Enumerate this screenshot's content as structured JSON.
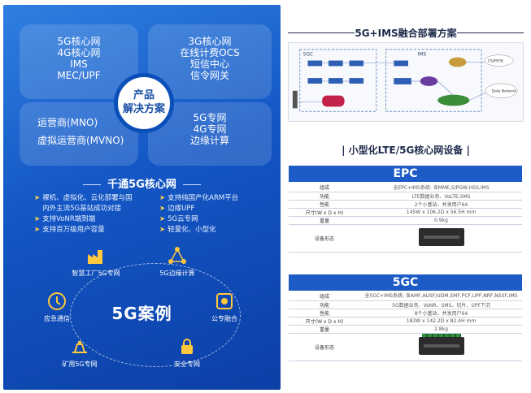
{
  "left": {
    "quad_tl": [
      "5G核心网",
      "4G核心网",
      "IMS",
      "MEC/UPF"
    ],
    "quad_tr": [
      "3G核心网",
      "在线计费OCS",
      "短信中心",
      "信令网关"
    ],
    "quad_bl": [
      "运营商(MNO)",
      "虚拟运营商(MVNO)"
    ],
    "quad_br": [
      "5G专网",
      "4G专网",
      "边缘计算"
    ],
    "center": [
      "产品",
      "解决方案"
    ],
    "core_title": "千通5G核心网",
    "features_left": [
      "裸机、虚拟化、云化部署与国",
      "内外主流5G基站成功对接",
      "支持VoNR端到端",
      "支持百万级用户容量"
    ],
    "features_right": [
      "支持纯国产化ARM平台",
      "边缘UPF",
      "5G云专网",
      "轻量化、小型化"
    ],
    "cases_title": "5G案例",
    "cases": [
      "智慧工厂5G专网",
      "5G边缘计算",
      "公专融合",
      "安全专网",
      "矿用5G专网",
      "应急通信"
    ]
  },
  "right": {
    "title": "5G+IMS融合部署方案",
    "diagram_labels": {
      "fiveGC": "5GC",
      "ims": "IMS",
      "cs": "CS/PSTN",
      "data": "Data Network"
    },
    "section_title": "小型化LTE/5G核心网设备",
    "epc": {
      "header": "EPC",
      "rows": [
        {
          "k": "组成",
          "v": "全EPC+IMS系统: 含MME,S/PGW,HSS,IMS"
        },
        {
          "k": "功能",
          "v": "LTE数据业务、VoLTE,SMS"
        },
        {
          "k": "性能",
          "v": "2个小基站、并发用户64"
        },
        {
          "k": "尺寸(W x D x H)",
          "v": "145W x 106.2D x 56.5H mm"
        },
        {
          "k": "重量",
          "v": "0.9kg"
        },
        {
          "k": "设备形态",
          "v": ""
        }
      ]
    },
    "fivegc": {
      "header": "5GC",
      "rows": [
        {
          "k": "组成",
          "v": "全5GC+IMS系统: 含AMF,AUSF/UDM,SMF,PCF,UPF,NRF,NSSF,IMS"
        },
        {
          "k": "功能",
          "v": "5G数据业务、VoNR、SMS、切片、UPF下沉"
        },
        {
          "k": "性能",
          "v": "8个小基站、并发用户64"
        },
        {
          "k": "尺寸(W x D x H)",
          "v": "183W x 142.2D x 82.4H mm"
        },
        {
          "k": "重量",
          "v": "2.8kg"
        },
        {
          "k": "设备形态",
          "v": ""
        }
      ]
    }
  }
}
